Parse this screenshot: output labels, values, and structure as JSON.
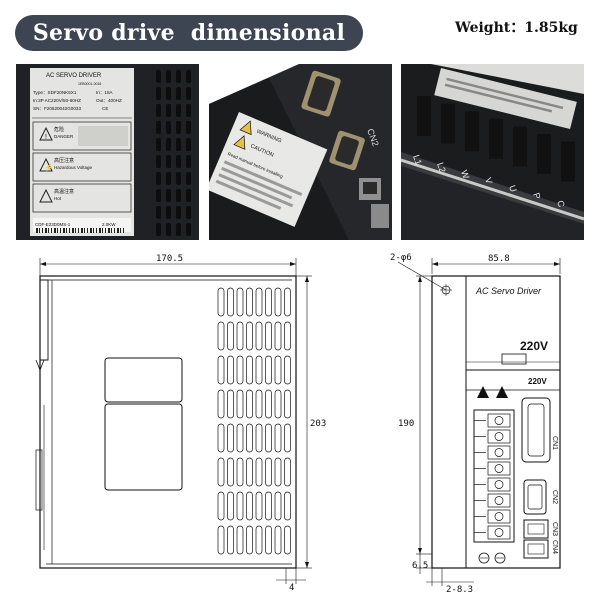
{
  "header": {
    "title": "Servo drive  dimensional",
    "weight": "Weight：1.85kg"
  },
  "photo1": {
    "label_title": "AC SERVO DRIVER",
    "label_code": "1EB0001-0016",
    "type_line": "Type：SDF20NK5X1",
    "in_line": "In:3P AC220V/50-60HZ",
    "in_amp": "In：18A",
    "out_line": "Out：400HZ",
    "sn_line": "SN：F20520042G0033",
    "danger_cn": "危险",
    "danger_en": "DANGER",
    "hv_cn": "高压注意",
    "hv_en": "Hazardous Voltage",
    "hot_cn": "高温注意",
    "hot_en": "Hot",
    "bottom_code": "CDF-E23D0MS-1",
    "bottom_val": "2.0KW"
  },
  "photo2": {
    "warning_text": "WARNING",
    "caution_text": "CAUTION",
    "read_text": "Read manual before installing",
    "cn2_label": "CN2"
  },
  "photo3": {
    "terminals": [
      "L1",
      "L2",
      "W",
      "V",
      "U",
      "P",
      "C"
    ]
  },
  "side_view": {
    "width_dim": "170.5",
    "height_dim": "203",
    "foot_dim": "4"
  },
  "front_view": {
    "hole_dim": "2-φ6",
    "width_dim": "85.8",
    "height_dim": "190",
    "bottom_dim": "6.5",
    "slot_dim": "2-8.3",
    "brand": "AC Servo Driver",
    "voltage_large": "220V",
    "voltage_small": "220V",
    "cn_labels": [
      "CN1",
      "CN2",
      "CN3",
      "CN4"
    ]
  },
  "colors": {
    "banner": "#3d4452",
    "photo_bg": "#1c1d20",
    "terminal_green": "#2f7d3a"
  }
}
